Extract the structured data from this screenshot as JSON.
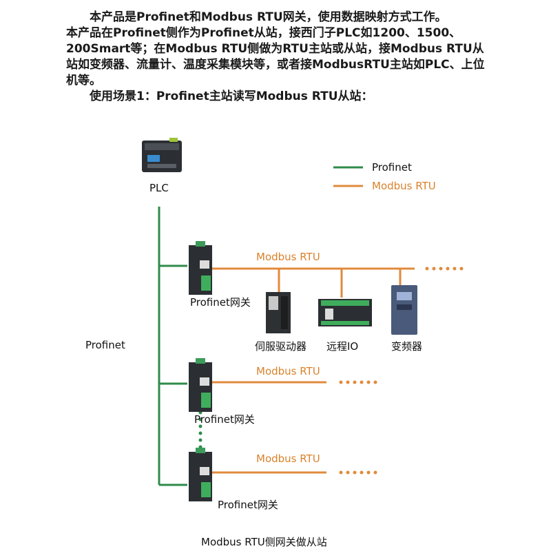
{
  "intro": {
    "line1": "本产品是Profinet和Modbus RTU网关，使用数据映射方式工作。",
    "line2": "本产品在Profinet侧作为Profinet从站，接西门子PLC如1200、1500、200Smart等；在Modbus RTU侧做为RTU主站或从站，接Modbus RTU从站如变频器、流量计、温度采集模块等，或者接ModbusRTU主站如PLC、上位机等。",
    "line3": "使用场景1：Profinet主站读写Modbus RTU从站："
  },
  "legend": {
    "profinet": "Profinet",
    "modbus": "Modbus RTU"
  },
  "labels": {
    "plc": "PLC",
    "profinet_bus": "Profinet",
    "gateway1": "Profinet网关",
    "gateway2": "Profinet网关",
    "gateway3": "Profinet网关",
    "rtu1": "Modbus RTU",
    "rtu2": "Modbus RTU",
    "rtu3": "Modbus RTU",
    "servo": "伺服驱动器",
    "remote_io": "远程IO",
    "inverter": "变频器",
    "caption": "Modbus RTU侧网关做从站"
  },
  "colors": {
    "profinet": "#2e8b4a",
    "modbus": "#e08a3c"
  }
}
